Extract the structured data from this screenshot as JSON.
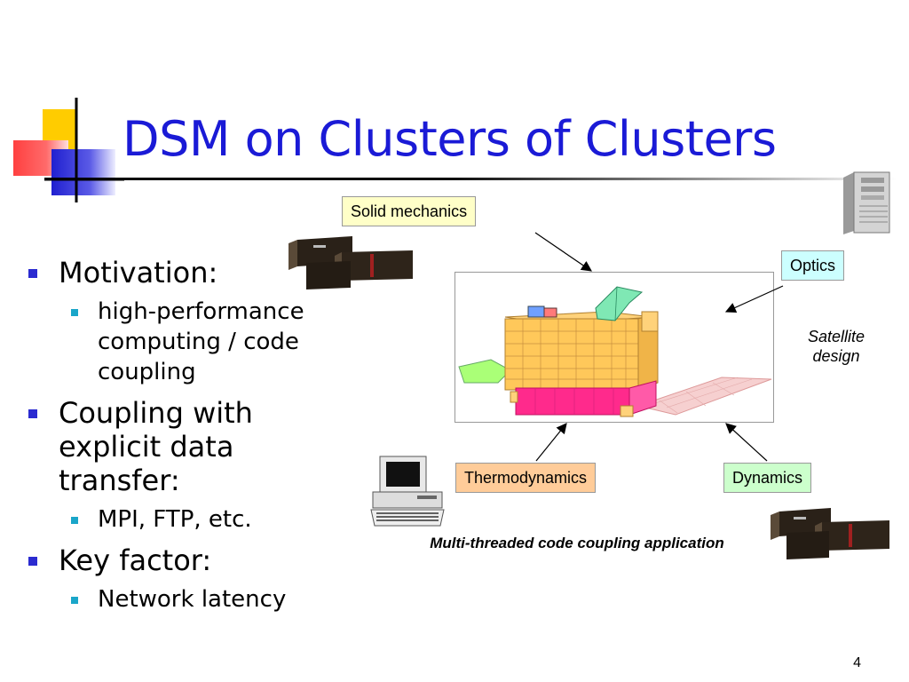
{
  "slide": {
    "title": "DSM on Clusters of Clusters",
    "page_number": "4"
  },
  "bullets": {
    "motivation": "Motivation:",
    "motivation_sub": "high-performance computing / code coupling",
    "coupling": "Coupling with explicit data transfer:",
    "coupling_sub": "MPI, FTP, etc.",
    "key_factor": "Key factor:",
    "key_factor_sub": "Network latency"
  },
  "diagram": {
    "solid_mechanics": "Solid mechanics",
    "optics": "Optics",
    "thermodynamics": "Thermodynamics",
    "dynamics": "Dynamics",
    "satellite_line1": "Satellite",
    "satellite_line2": "design",
    "caption": "Multi-threaded code coupling application"
  },
  "colors": {
    "title": "#1a1ad6",
    "bullet_l1": "#2b2bd0",
    "bullet_l2": "#1aa6c9"
  }
}
